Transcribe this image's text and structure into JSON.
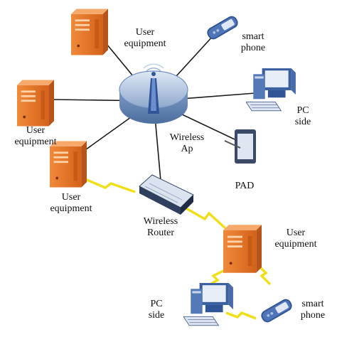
{
  "colors": {
    "server_front": "#e8731f",
    "server_side": "#b8541a",
    "server_top": "#f4a35f",
    "link_line": "#1a1a1a",
    "wireless_link": "#f2e21a",
    "ap_body": "#9eb6d8",
    "ap_rim": "#6f8fbf",
    "device_blue": "#2f5597"
  },
  "nodes": {
    "ue_top": {
      "line1": "User",
      "line2": "equipment",
      "icon": "server-icon"
    },
    "ue_left": {
      "line1": "User",
      "line2": "equipment",
      "icon": "server-icon"
    },
    "ue_lower": {
      "line1": "User",
      "line2": "equipment",
      "icon": "server-icon"
    },
    "ue_right": {
      "line1": "User",
      "line2": "equipment",
      "icon": "server-icon"
    },
    "phone_top": {
      "line1": "smart",
      "line2": "phone",
      "icon": "phone-icon"
    },
    "pc_top": {
      "line1": "PC",
      "line2": "side",
      "icon": "pc-icon"
    },
    "pad": {
      "line1": "PAD",
      "line2": "",
      "icon": "tablet-icon"
    },
    "ap": {
      "line1": "Wireless",
      "line2": "Ap",
      "icon": "access-point-icon"
    },
    "router": {
      "line1": "Wireless",
      "line2": "Router",
      "icon": "router-icon"
    },
    "pc_bottom": {
      "line1": "PC",
      "line2": "side",
      "icon": "pc-icon"
    },
    "phone_bottom": {
      "line1": "smart",
      "line2": "phone",
      "icon": "phone-icon"
    }
  }
}
